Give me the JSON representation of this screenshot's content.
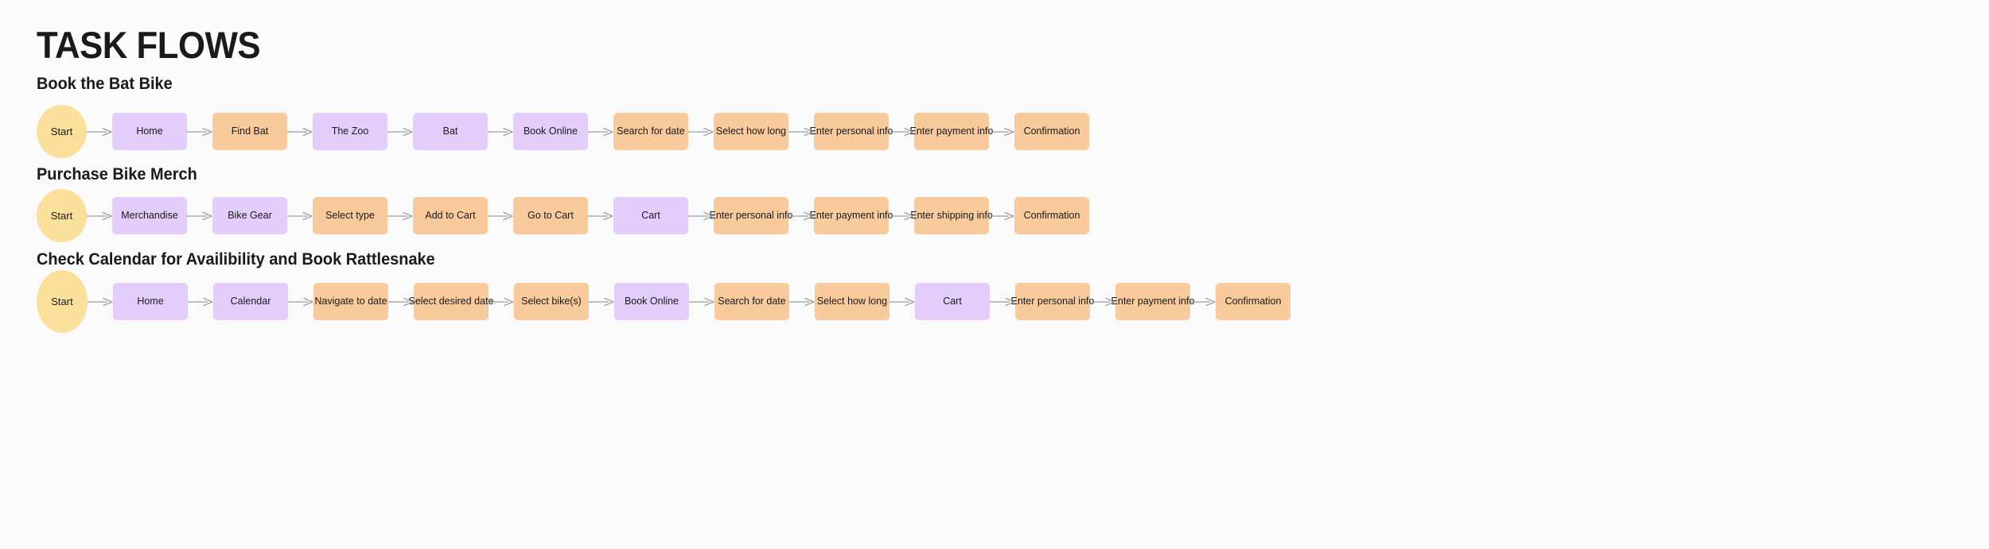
{
  "page": {
    "title": "TASK FLOWS",
    "background_color": "#FAFAFA",
    "text_color": "#1A1A1A"
  },
  "legend_colors": {
    "start_node": "#FBE09C",
    "screen_node": "#E3CDFA",
    "action_node": "#F8CA9C",
    "arrow": "#9E9E9E"
  },
  "flows": [
    {
      "heading": "Book the Bat Bike",
      "start_label": "Start",
      "start_size": "small",
      "nodes": [
        {
          "label": "Home",
          "color": "purple",
          "width": 94
        },
        {
          "label": "Find Bat",
          "color": "orange",
          "width": 94
        },
        {
          "label": "The Zoo",
          "color": "purple",
          "width": 94
        },
        {
          "label": "Bat",
          "color": "purple",
          "width": 94
        },
        {
          "label": "Book Online",
          "color": "purple",
          "width": 94
        },
        {
          "label": "Search for date",
          "color": "orange",
          "width": 94
        },
        {
          "label": "Select how long",
          "color": "orange",
          "width": 94
        },
        {
          "label": "Enter personal info",
          "color": "orange",
          "width": 94
        },
        {
          "label": "Enter payment info",
          "color": "orange",
          "width": 94
        },
        {
          "label": "Confirmation",
          "color": "orange",
          "width": 94
        }
      ]
    },
    {
      "heading": "Purchase Bike Merch",
      "start_label": "Start",
      "start_size": "small",
      "nodes": [
        {
          "label": "Merchandise",
          "color": "purple",
          "width": 94
        },
        {
          "label": "Bike Gear",
          "color": "purple",
          "width": 94
        },
        {
          "label": "Select type",
          "color": "orange",
          "width": 94
        },
        {
          "label": "Add to Cart",
          "color": "orange",
          "width": 94
        },
        {
          "label": "Go to Cart",
          "color": "orange",
          "width": 94
        },
        {
          "label": "Cart",
          "color": "purple",
          "width": 94
        },
        {
          "label": "Enter personal info",
          "color": "orange",
          "width": 94
        },
        {
          "label": "Enter payment info",
          "color": "orange",
          "width": 94
        },
        {
          "label": "Enter shipping info",
          "color": "orange",
          "width": 94
        },
        {
          "label": "Confirmation",
          "color": "orange",
          "width": 94
        }
      ]
    },
    {
      "heading": "Check Calendar for Availibility and Book Rattlesnake",
      "start_label": "Start",
      "start_size": "large",
      "nodes": [
        {
          "label": "Home",
          "color": "purple",
          "width": 94
        },
        {
          "label": "Calendar",
          "color": "purple",
          "width": 94
        },
        {
          "label": "Navigate to date",
          "color": "orange",
          "width": 94
        },
        {
          "label": "Select desired date",
          "color": "orange",
          "width": 94
        },
        {
          "label": "Select bike(s)",
          "color": "orange",
          "width": 94
        },
        {
          "label": "Book Online",
          "color": "purple",
          "width": 94
        },
        {
          "label": "Search for date",
          "color": "orange",
          "width": 94
        },
        {
          "label": "Select how long",
          "color": "orange",
          "width": 94
        },
        {
          "label": "Cart",
          "color": "purple",
          "width": 94
        },
        {
          "label": "Enter personal info",
          "color": "orange",
          "width": 94
        },
        {
          "label": "Enter payment info",
          "color": "orange",
          "width": 94
        },
        {
          "label": "Confirmation",
          "color": "orange",
          "width": 94
        }
      ]
    }
  ]
}
